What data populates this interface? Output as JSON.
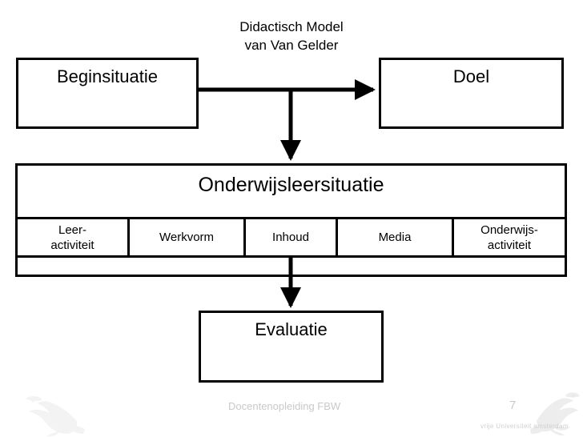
{
  "slide": {
    "title": "Didactisch Model\nvan Van Gelder",
    "background_color": "#ffffff",
    "line_color": "#000000"
  },
  "diagram": {
    "type": "flow-diagram",
    "boxes": [
      {
        "id": "beginsituatie",
        "label": "Beginsituatie"
      },
      {
        "id": "doel",
        "label": "Doel"
      },
      {
        "id": "onderwijsleersituatie",
        "label": "Onderwijsleersituatie"
      },
      {
        "id": "evaluatie",
        "label": "Evaluatie"
      }
    ],
    "components": [
      {
        "label": "Leer-\nactiviteit"
      },
      {
        "label": "Werkvorm"
      },
      {
        "label": "Inhoud"
      },
      {
        "label": "Media"
      },
      {
        "label": "Onderwijs-\nactiviteit"
      }
    ],
    "connections": [
      {
        "from": "beginsituatie",
        "to": "doel",
        "style": "arrow-right"
      },
      {
        "from": "beginsituatie-doel",
        "to": "onderwijsleersituatie",
        "style": "arrow-down"
      },
      {
        "from": "onderwijsleersituatie",
        "to": "evaluatie",
        "style": "arrow-down"
      }
    ]
  },
  "footer": {
    "center_text": "Docentenopleiding FBW",
    "page_number": "7",
    "logo_left": "griffin-watermark-icon",
    "logo_right": "vu-griffin-logo-icon",
    "wordmark": "vrije Universiteit   amsterdam",
    "text_color": "#c9c9c9"
  }
}
